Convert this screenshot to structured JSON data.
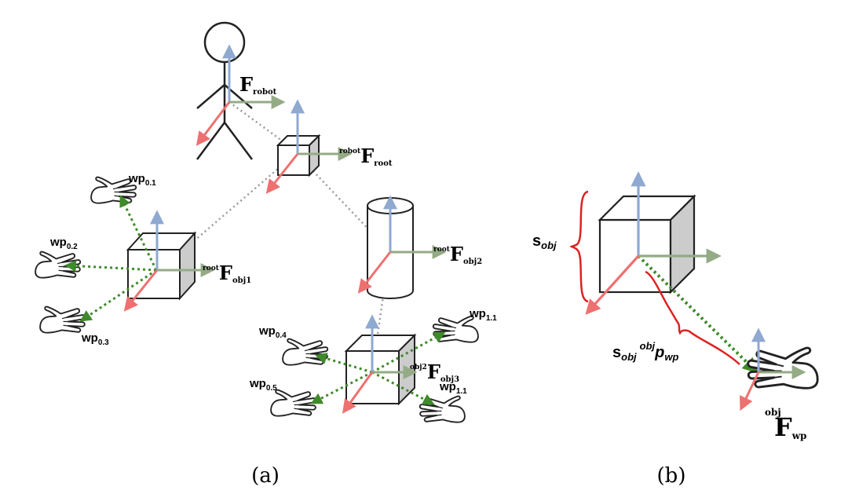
{
  "frame_labels": {
    "robot": {
      "main": "F",
      "sub": "robot",
      "pre": ""
    },
    "root": {
      "main": "F",
      "sub": "root",
      "pre": "robot"
    },
    "obj1": {
      "main": "F",
      "sub": "obj1",
      "pre": "root"
    },
    "obj2": {
      "main": "F",
      "sub": "obj2",
      "pre": "root"
    },
    "obj3": {
      "main": "F",
      "sub": "obj3",
      "pre": "obj2"
    },
    "wp_b": {
      "main": "F",
      "sub": "wp",
      "pre": "obj"
    }
  },
  "waypoints": [
    {
      "main": "wp",
      "sub": "0.1"
    },
    {
      "main": "wp",
      "sub": "0.2"
    },
    {
      "main": "wp",
      "sub": "0.3"
    },
    {
      "main": "wp",
      "sub": "0.4"
    },
    {
      "main": "wp",
      "sub": "0.5"
    },
    {
      "main": "wp",
      "sub": "1.1"
    },
    {
      "main": "wp",
      "sub": "1.1"
    }
  ],
  "panel_b": {
    "scale_main": "s",
    "scale_sub": "obj",
    "pwp": {
      "s": "s",
      "s_sub": "obj",
      "sup": "obj",
      "p": "p",
      "p_sub": "wp"
    }
  },
  "captions": {
    "a": "(a)",
    "b": "(b)"
  },
  "colors": {
    "z_axis": "#8fa9d0",
    "x_axis": "#94ab86",
    "y_axis": "#ee7070",
    "waypoint_link": "#3f8a2a",
    "brace": "#dd2222",
    "chain_link": "#999999"
  }
}
